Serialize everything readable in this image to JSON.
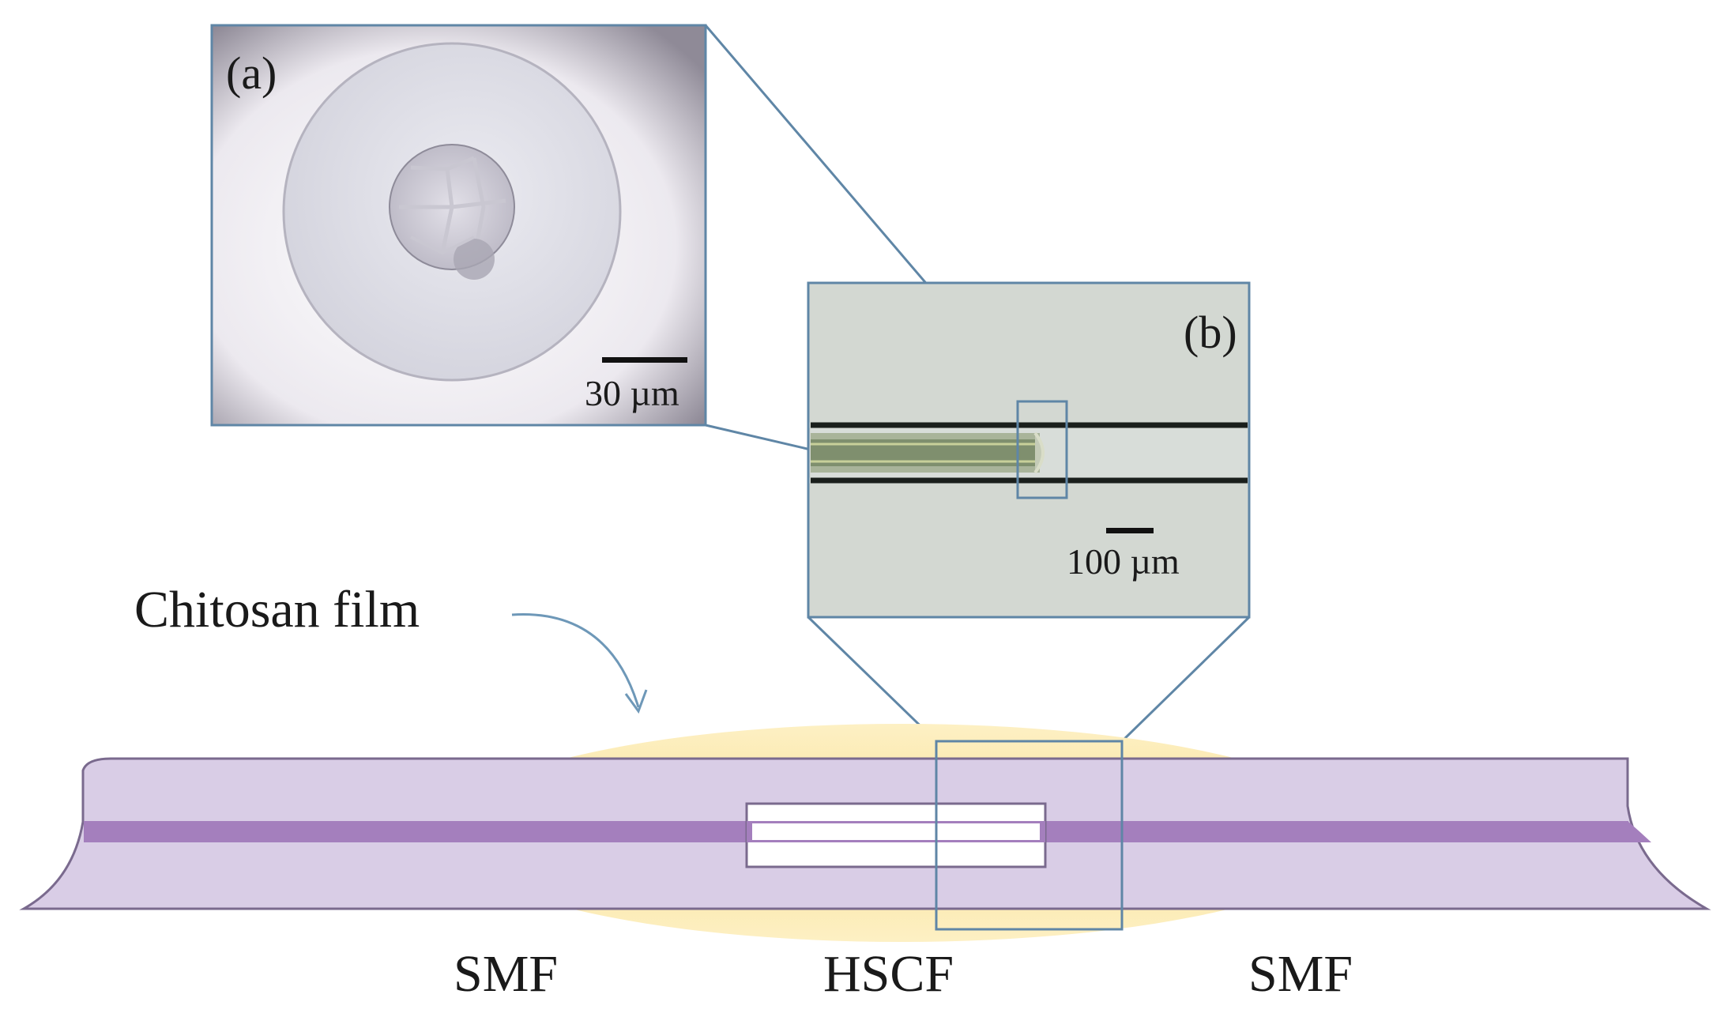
{
  "panel_a": {
    "label": "(a)",
    "scale_label": "30 µm"
  },
  "panel_b": {
    "label": "(b)",
    "scale_label": "100 µm"
  },
  "annotation": {
    "text": "Chitosan film"
  },
  "fiber_labels": {
    "left": "SMF",
    "center": "HSCF",
    "right": "SMF"
  },
  "colors": {
    "fiber_cladding": "#d9cde6",
    "fiber_core": "#a47fbd",
    "fiber_outline": "#7a6a8e",
    "chitosan_film": "#fde8a8",
    "zoom_box_stroke": "#5f86a6",
    "annotation_arrow": "#6e98b8",
    "micrograph_b_bg": "#d3d8d2",
    "sem_a_bg": "#e6e4ec"
  }
}
